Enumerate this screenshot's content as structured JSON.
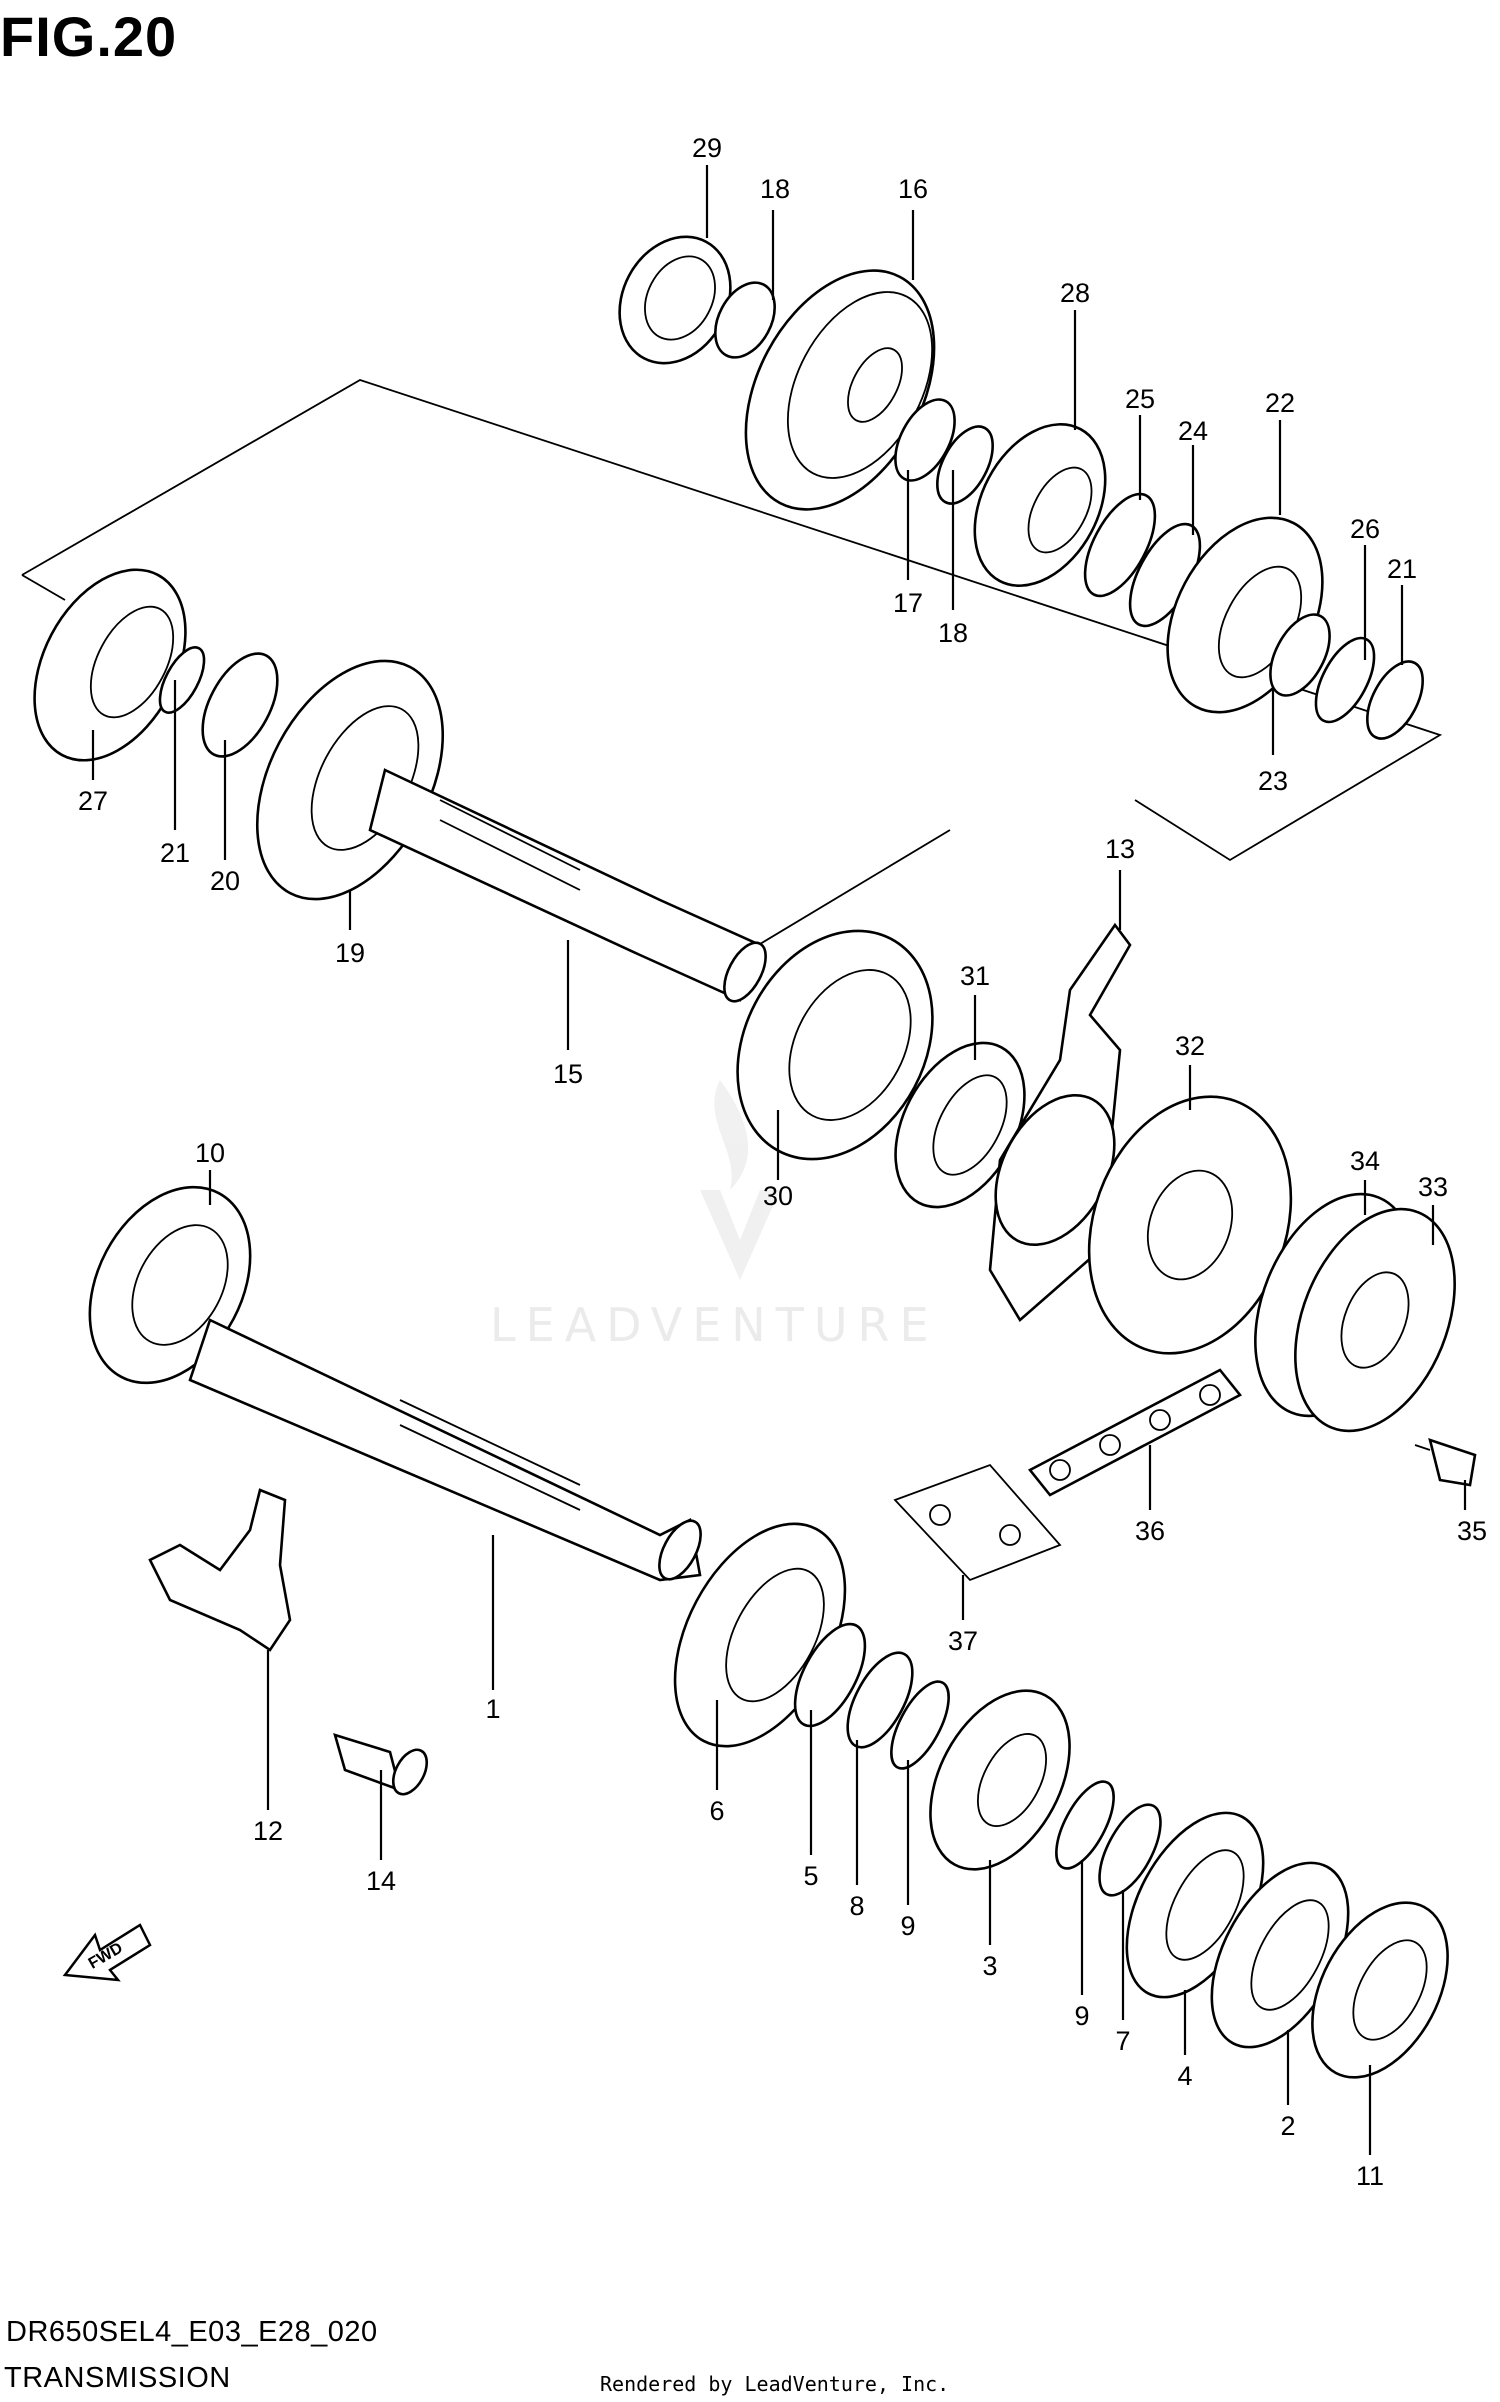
{
  "figure": {
    "title": "FIG.20",
    "code": "DR650SEL4_E03_E28_020",
    "name": "TRANSMISSION",
    "credit": "Rendered by LeadVenture, Inc.",
    "watermark": "LEADVENTURE",
    "fwd_label": "FWD"
  },
  "callouts": [
    "1",
    "2",
    "3",
    "4",
    "5",
    "6",
    "7",
    "8",
    "9",
    "9",
    "10",
    "11",
    "12",
    "13",
    "14",
    "15",
    "16",
    "17",
    "18",
    "18",
    "19",
    "20",
    "21",
    "21",
    "22",
    "23",
    "24",
    "25",
    "26",
    "27",
    "28",
    "29",
    "30",
    "31",
    "32",
    "33",
    "34",
    "35",
    "36",
    "37"
  ],
  "icons": [
    "fwd-arrow-icon",
    "leadventure-watermark-icon"
  ]
}
